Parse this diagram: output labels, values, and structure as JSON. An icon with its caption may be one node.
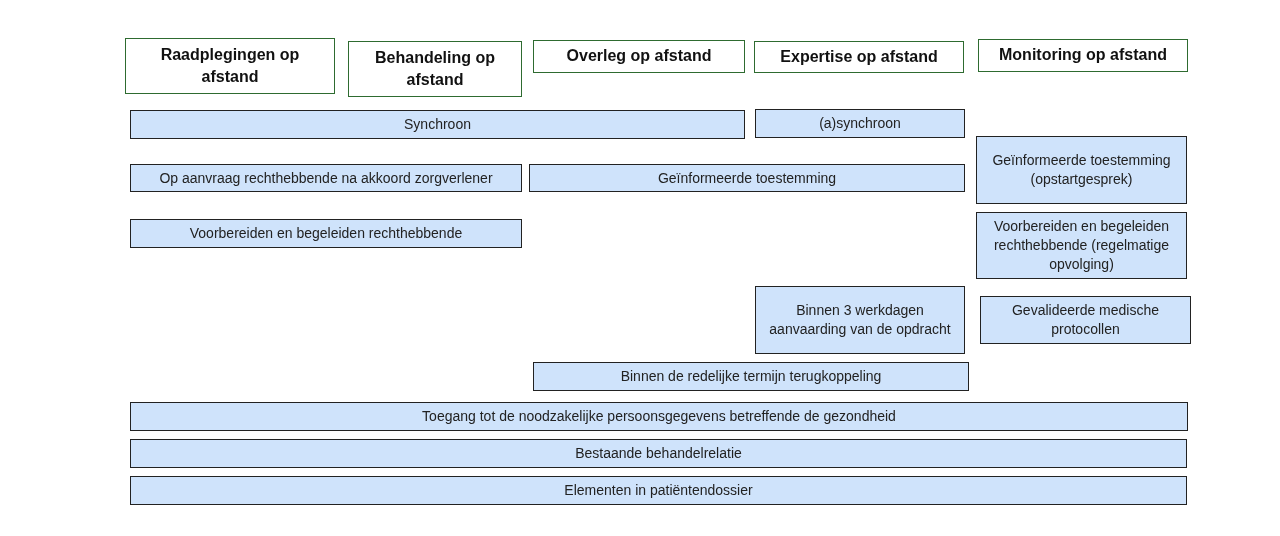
{
  "diagram": {
    "nodes": [
      {
        "text": [
          "Raadplegingen op afstand"
        ]
      },
      {
        "text": [
          "Behandeling op afstand"
        ]
      },
      {
        "text": [
          "Overleg op afstand"
        ]
      },
      {
        "text": [
          "Expertise op afstand"
        ]
      },
      {
        "text": [
          "Monitoring op afstand"
        ]
      },
      {
        "text": [
          "Synchroon"
        ]
      },
      {
        "text": [
          "(a)synchroon"
        ]
      },
      {
        "text": [
          "Op aanvraag rechthebbende na akkoord zorgverlener"
        ]
      },
      {
        "text": [
          "Geïnformeerde toestemming"
        ]
      },
      {
        "text": [
          "Geïnformeerde toestemming (opstartgesprek)"
        ]
      },
      {
        "text": [
          "Voorbereiden en begeleiden rechthebbende"
        ]
      },
      {
        "text": [
          "Voorbereiden en begeleiden rechthebbende (regelmatige opvolging)"
        ]
      },
      {
        "text": [
          "Binnen 3 werkdagen aanvaarding van de opdracht"
        ]
      },
      {
        "text": [
          "Gevalideerde medische protocollen"
        ]
      },
      {
        "text": [
          "Binnen de redelijke termijn terugkoppeling"
        ]
      },
      {
        "text": [
          "Toegang tot de noodzakelijke persoonsgegevens betreffende de gezondheid"
        ]
      },
      {
        "text": [
          "Bestaande behandelrelatie"
        ]
      },
      {
        "text": [
          "Elementen in patiëntendossier"
        ]
      }
    ]
  }
}
